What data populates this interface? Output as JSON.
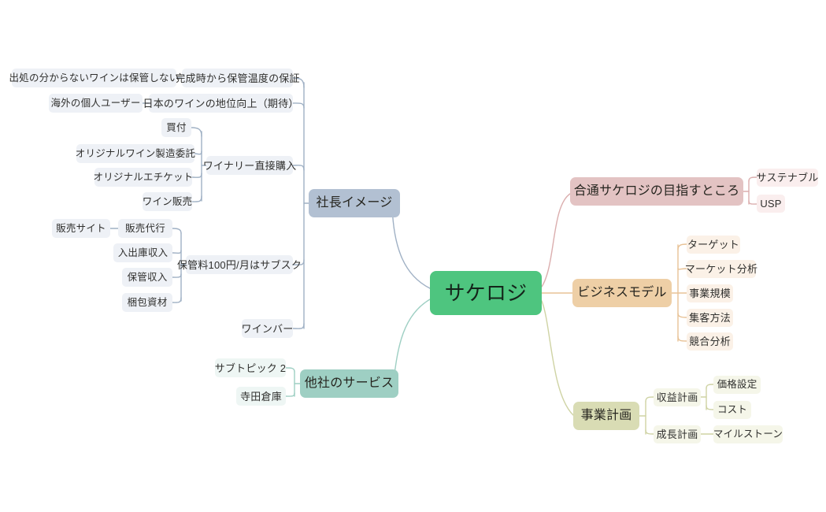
{
  "title": "サケロジ マインドマップ",
  "colors": {
    "background": "#ffffff",
    "root_fill": "#4ec57f",
    "root_text": "#14241a",
    "branch_blue_fill": "#b2c0d2",
    "branch_blue_line": "#9fb0c4",
    "branch_blue_leaf": "#eef1f6",
    "branch_teal_fill": "#9ecfc3",
    "branch_teal_line": "#9ecfc3",
    "branch_teal_leaf": "#eef6f4",
    "branch_pink_fill": "#e3c3c3",
    "branch_pink_line": "#dbaeae",
    "branch_pink_leaf": "#faeeee",
    "branch_orange_fill": "#eecfa6",
    "branch_orange_line": "#e8c296",
    "branch_orange_leaf": "#fbf1e7",
    "branch_olive_fill": "#d9dcb4",
    "branch_olive_line": "#cfd3a4",
    "branch_olive_leaf": "#f5f6e9",
    "text_dark": "#30302e"
  },
  "root": {
    "label": "サケロジ"
  },
  "branches": [
    {
      "id": "shachou-image",
      "label": "社長イメージ",
      "color_key": "branch_blue",
      "side": "left",
      "children": [
        {
          "label": "完成時から保管温度の保証",
          "children": [
            {
              "label": "出処の分からないワインは保管しない"
            }
          ]
        },
        {
          "label": "日本のワインの地位向上（期待）",
          "children": [
            {
              "label": "海外の個人ユーザー"
            }
          ]
        },
        {
          "label": "ワイナリー直接購入",
          "children": [
            {
              "label": "買付"
            },
            {
              "label": "オリジナルワイン製造委託"
            },
            {
              "label": "オリジナルエチケット"
            },
            {
              "label": "ワイン販売"
            }
          ]
        },
        {
          "label": "保管料100円/月はサブスク",
          "children": [
            {
              "label": "販売代行",
              "children": [
                {
                  "label": "販売サイト"
                }
              ]
            },
            {
              "label": "入出庫収入"
            },
            {
              "label": "保管収入"
            },
            {
              "label": "梱包資材"
            }
          ]
        },
        {
          "label": "ワインバー",
          "children": []
        }
      ]
    },
    {
      "id": "tasha-no-service",
      "label": "他社のサービス",
      "color_key": "branch_teal",
      "side": "left",
      "children": [
        {
          "label": "サブトピック 2"
        },
        {
          "label": "寺田倉庫"
        }
      ]
    },
    {
      "id": "goutsu-mezasu",
      "label": "合通サケロジの目指すところ",
      "color_key": "branch_pink",
      "side": "right",
      "children": [
        {
          "label": "サステナブル"
        },
        {
          "label": "USP"
        }
      ]
    },
    {
      "id": "business-model",
      "label": "ビジネスモデル",
      "color_key": "branch_orange",
      "side": "right",
      "children": [
        {
          "label": "ターゲット"
        },
        {
          "label": "マーケット分析"
        },
        {
          "label": "事業規模"
        },
        {
          "label": "集客方法"
        },
        {
          "label": "競合分析"
        }
      ]
    },
    {
      "id": "jigyou-keikaku",
      "label": "事業計画",
      "color_key": "branch_olive",
      "side": "right",
      "children": [
        {
          "label": "収益計画",
          "children": [
            {
              "label": "価格設定"
            },
            {
              "label": "コスト"
            }
          ]
        },
        {
          "label": "成長計画",
          "children": [
            {
              "label": "マイルストーン"
            }
          ]
        }
      ]
    }
  ],
  "nodes": {
    "root": "サケロジ",
    "shachou_image": "社長イメージ",
    "kansei_hokan": "完成時から保管温度の保証",
    "dedokoro": "出処の分からないワインは保管しない",
    "nihon_wine_chii": "日本のワインの地位向上（期待）",
    "kaigai_kojin": "海外の個人ユーザー",
    "winery_chokusetsu": "ワイナリー直接購入",
    "kaitsuke": "買付",
    "original_wine": "オリジナルワイン製造委託",
    "original_etiquette": "オリジナルエチケット",
    "wine_hanbai": "ワイン販売",
    "hokanryou": "保管料100円/月はサブスク",
    "hanbai_daikou": "販売代行",
    "hanbai_site": "販売サイト",
    "nyushutsuko": "入出庫収入",
    "hokan_shunyu": "保管収入",
    "konpou": "梱包資材",
    "wine_bar": "ワインバー",
    "tasha_service": "他社のサービス",
    "subtopic2": "サブトピック 2",
    "terada": "寺田倉庫",
    "goutsu": "合通サケロジの目指すところ",
    "sustainable": "サステナブル",
    "usp": "USP",
    "business_model": "ビジネスモデル",
    "target": "ターゲット",
    "market_bunseki": "マーケット分析",
    "jigyou_kibo": "事業規模",
    "shukyaku": "集客方法",
    "kyougou": "競合分析",
    "jigyou_keikaku": "事業計画",
    "shueki_keikaku": "収益計画",
    "kakaku_settei": "価格設定",
    "cost": "コスト",
    "seichou_keikaku": "成長計画",
    "milestone": "マイルストーン"
  }
}
